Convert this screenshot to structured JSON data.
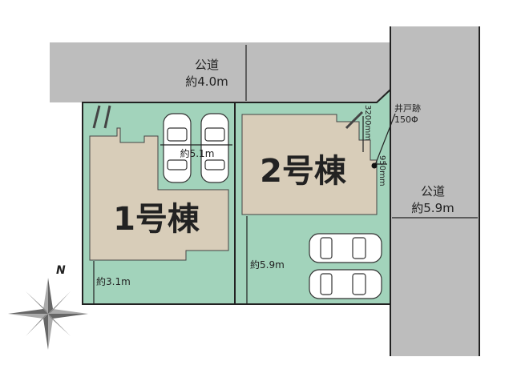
{
  "colors": {
    "road": "#bdbdbd",
    "lot": "#a2d3bb",
    "building": "#d8cdb9",
    "border": "#222222"
  },
  "roads": [
    {
      "name": "公道",
      "width": "約4.0m"
    },
    {
      "name": "公道",
      "width": "約5.9m"
    }
  ],
  "buildings": [
    {
      "label": "1号棟"
    },
    {
      "label": "2号棟"
    }
  ],
  "dimensions": {
    "parking_width": "約5.1m",
    "lot1_setback": "約3.1m",
    "lot2_setback": "約5.9m",
    "corner_length": "3200mm",
    "corner_offset": "950mm"
  },
  "well": {
    "label": "井戸跡",
    "size": "150Φ"
  },
  "compass": {
    "north": "N"
  }
}
